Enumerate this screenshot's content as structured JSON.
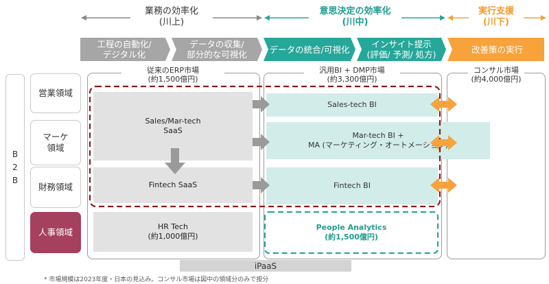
{
  "header": {
    "left_title": "業務の効率化\n(川上)",
    "mid_title": "意思決定の効率化\n(川中)",
    "right_title": "実行支援\n(川下)",
    "colors": {
      "grey": "#a6a6a6",
      "teal": "#25a79a",
      "orange": "#f7a23b",
      "accent_text_teal": "#1f9c8e",
      "accent_text_orange": "#f39a2a"
    }
  },
  "steps": [
    {
      "label": "工程の自動化/\nデジタル化"
    },
    {
      "label": "データの収集/\n部分的な可視化"
    },
    {
      "label": "データの統合/可視化"
    },
    {
      "label": "インサイト提示\n(評価/ 予測/ 処方)"
    },
    {
      "label": "改善策の実行"
    }
  ],
  "markets": {
    "erp": "従来のERP市場\n(約1,500億円)",
    "bi": "汎用BI + DMP市場\n(約3,300億円)",
    "consul": "コンサル市場\n(約4,000億円)"
  },
  "side_label": "B\n2\nB",
  "domains": [
    {
      "label": "営業領域"
    },
    {
      "label": "マーケ\n領域"
    },
    {
      "label": "財務領域"
    },
    {
      "label": "人事領域"
    }
  ],
  "blocks": {
    "sales_mar_saas": "Sales/Mar-tech\nSaaS",
    "fintech_saas": "Fintech SaaS",
    "hr_tech": "HR Tech\n(約1,000億円)",
    "sales_bi": "Sales-tech BI",
    "mar_bi": "Mar-tech BI +\nMA (マーケティング・オートメーション)",
    "fintech_bi": "Fintech BI",
    "people_analytics": "People Analytics\n(約1,500億円)"
  },
  "ipaas": "iPaaS",
  "footnote": "* 市場規模は2023年度・日本の見込み。コンサル市場は図中の領域分のみで按分"
}
